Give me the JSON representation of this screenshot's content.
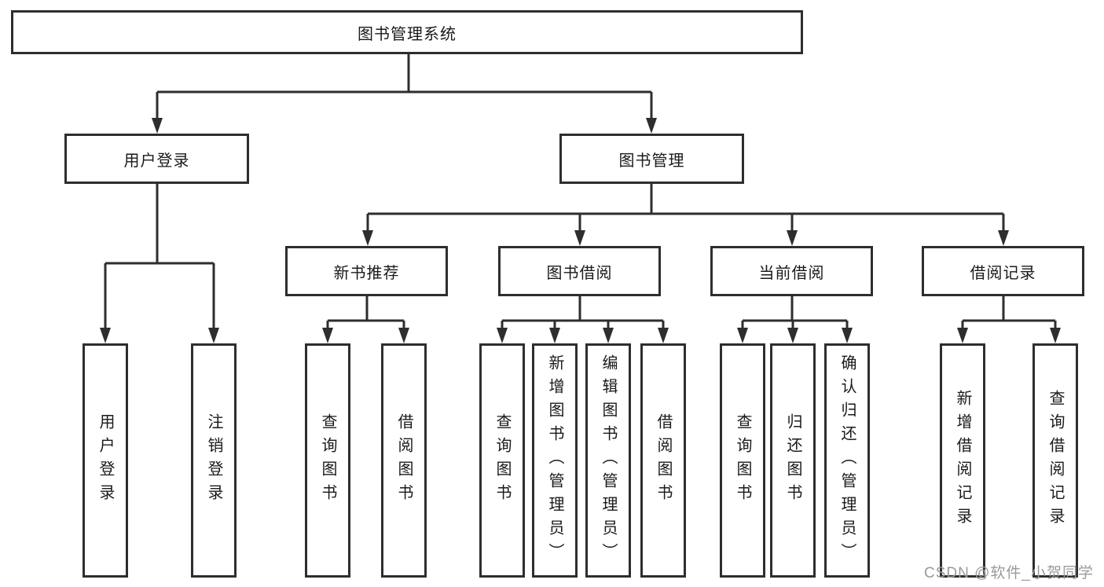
{
  "diagram_title": "图书管理系统",
  "watermark": {
    "text": "CSDN @软件_小贺同学"
  },
  "colors": {
    "line": "#2e2e2e",
    "text": "#1a1a1a",
    "background": "#ffffff",
    "watermark": "#9a9a9a"
  },
  "tree": {
    "label": "图书管理系统",
    "children": [
      {
        "label": "用户登录",
        "children": [
          {
            "label": "用户登录"
          },
          {
            "label": "注销登录"
          }
        ]
      },
      {
        "label": "图书管理",
        "children": [
          {
            "label": "新书推荐",
            "children": [
              {
                "label": "查询图书"
              },
              {
                "label": "借阅图书"
              }
            ]
          },
          {
            "label": "图书借阅",
            "children": [
              {
                "label": "查询图书"
              },
              {
                "label": "新增图书（管理员）"
              },
              {
                "label": "编辑图书（管理员）"
              },
              {
                "label": "借阅图书"
              }
            ]
          },
          {
            "label": "当前借阅",
            "children": [
              {
                "label": "查询图书"
              },
              {
                "label": "归还图书"
              },
              {
                "label": "确认归还（管理员）"
              }
            ]
          },
          {
            "label": "借阅记录",
            "children": [
              {
                "label": "新增借阅记录"
              },
              {
                "label": "查询借阅记录"
              }
            ]
          }
        ]
      }
    ]
  }
}
